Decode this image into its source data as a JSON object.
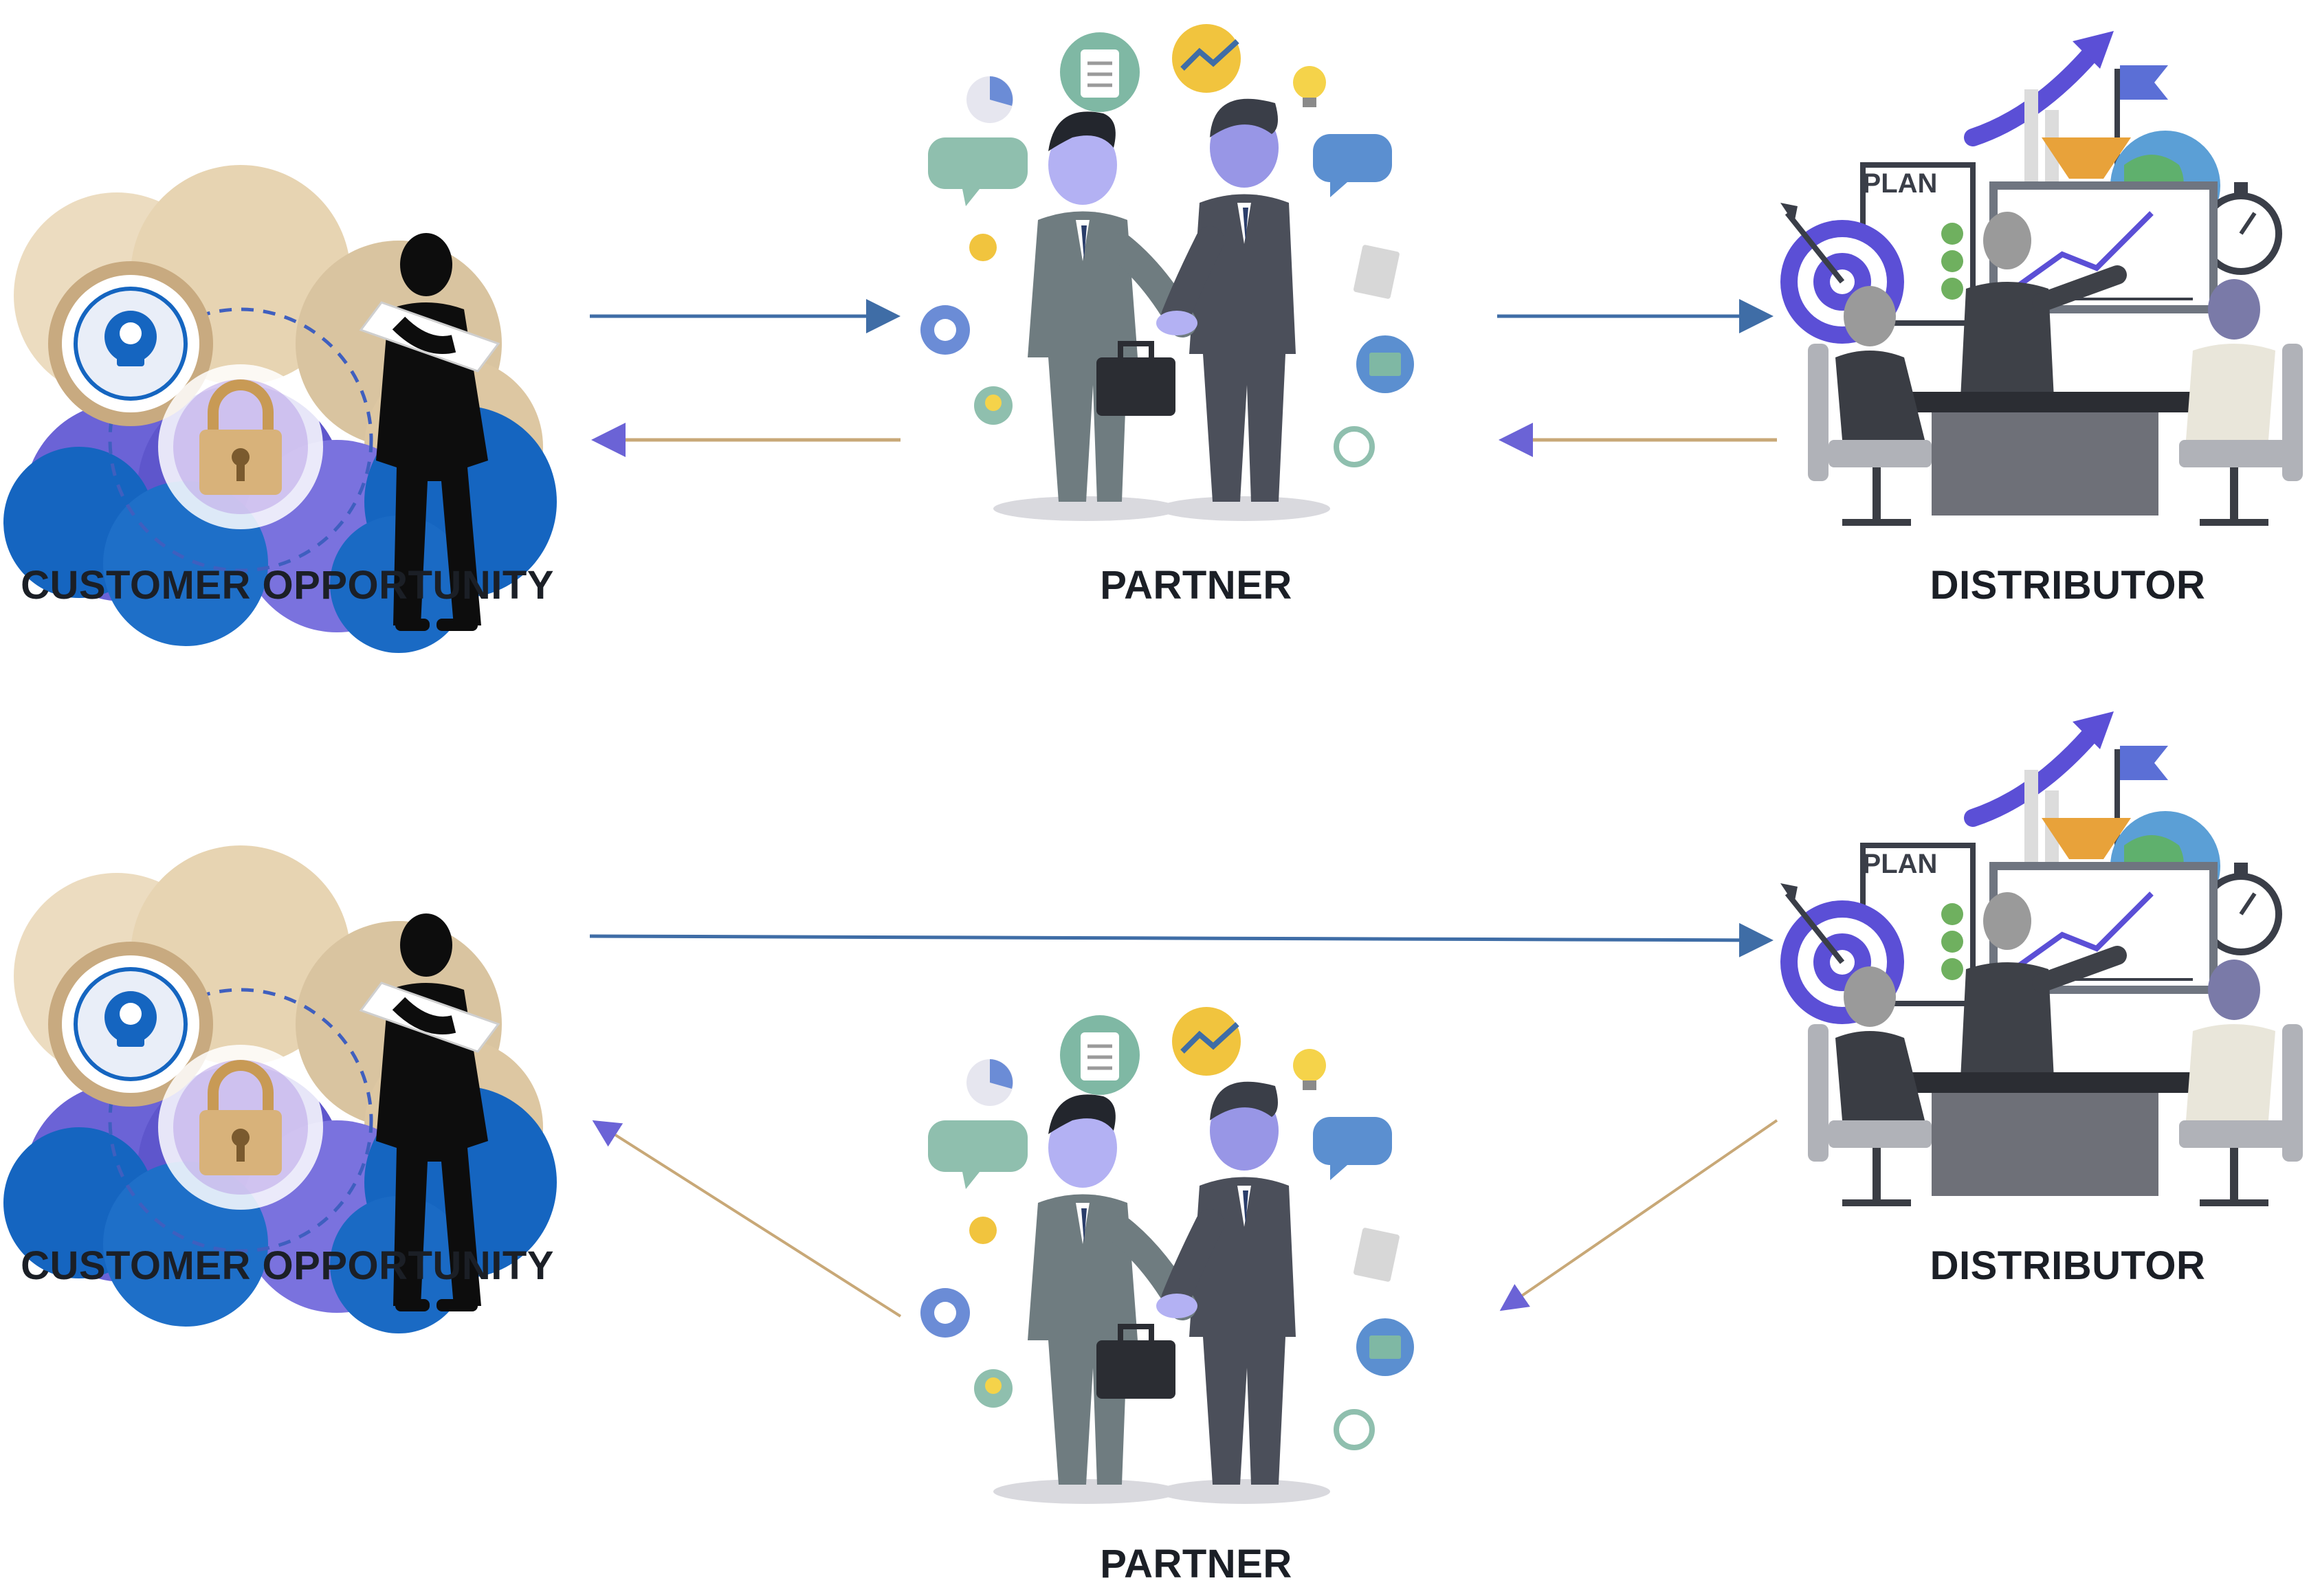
{
  "diagram": {
    "top_row": {
      "customer_label": "CUSTOMER OPPORTUNITY",
      "partner_label": "PARTNER",
      "distributor_label": "DISTRIBUTOR",
      "plan_board_text": "PLAN"
    },
    "bottom_row": {
      "customer_label": "CUSTOMER OPPORTUNITY",
      "partner_label": "PARTNER",
      "distributor_label": "DISTRIBUTOR",
      "plan_board_text": "PLAN"
    },
    "colors": {
      "forward_arrow": "#3f6da6",
      "return_arrow": "#c8a877",
      "label": "#1b1f26",
      "cloud_blue": "#1565c0",
      "cloud_purple": "#6b63d6",
      "cloud_tan": "#d9c4a0",
      "accent_purple": "#5b4fd6"
    },
    "icons": [
      "lock-icon",
      "shield-badge-icon",
      "businessman-silhouette-icon",
      "handshake-icon",
      "briefcase-icon",
      "lightbulb-icon",
      "gear-icon",
      "speech-bubble-icon",
      "mail-icon",
      "clipboard-icon",
      "pie-chart-icon",
      "trend-chart-icon",
      "target-icon",
      "globe-icon",
      "flag-icon",
      "stopwatch-icon",
      "presentation-board-icon"
    ]
  }
}
